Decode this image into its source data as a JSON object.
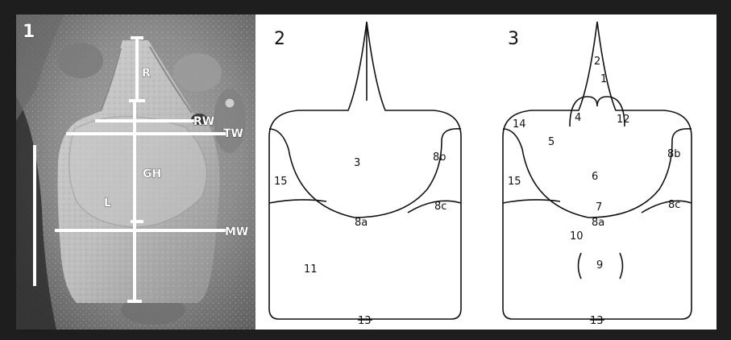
{
  "panels": [
    {
      "number": "1",
      "labels": {
        "R": "R",
        "RW": "RW",
        "TW": "TW",
        "GH": "GH",
        "L": "L",
        "MW": "MW"
      }
    },
    {
      "number": "2",
      "labels": [
        "3",
        "8b",
        "15",
        "8c",
        "8a",
        "11",
        "13"
      ]
    },
    {
      "number": "3",
      "labels": [
        "2",
        "1",
        "4",
        "12",
        "14",
        "5",
        "8b",
        "6",
        "15",
        "7",
        "8c",
        "8a",
        "10",
        "9",
        "13"
      ]
    }
  ],
  "colors": {
    "frame": "#1e1e1e",
    "line": "#111111",
    "measure": "#ffffff"
  }
}
